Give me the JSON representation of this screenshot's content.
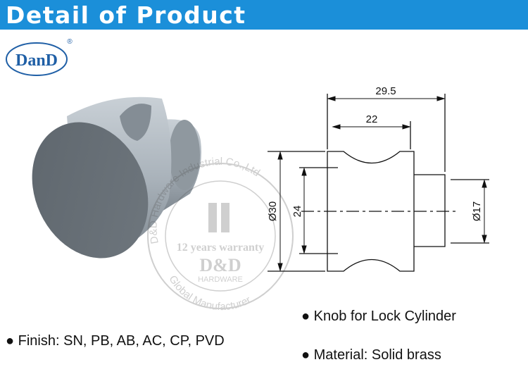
{
  "header": {
    "title": "Detail of Product",
    "color": "#1b8fd9"
  },
  "logo": {
    "text": "DanD",
    "registered": "®",
    "color": "#1f5fa6"
  },
  "drawing": {
    "dims": {
      "overall_length": "29.5",
      "body_length": "22",
      "outer_diameter": "Ø30",
      "groove_diameter": "24",
      "shank_diameter": "Ø17"
    }
  },
  "watermark": {
    "top_arc": "D&D Hardware Industrial Co.,Ltd",
    "warranty": "12 years warranty",
    "brand": "D&D",
    "sub": "HARDWARE",
    "bottom_arc": "Global Manufacturer"
  },
  "bullets": {
    "finish": "● Finish: SN, PB, AB, AC, CP, PVD",
    "name": "● Knob for Lock Cylinder",
    "material": "● Material: Solid brass"
  }
}
